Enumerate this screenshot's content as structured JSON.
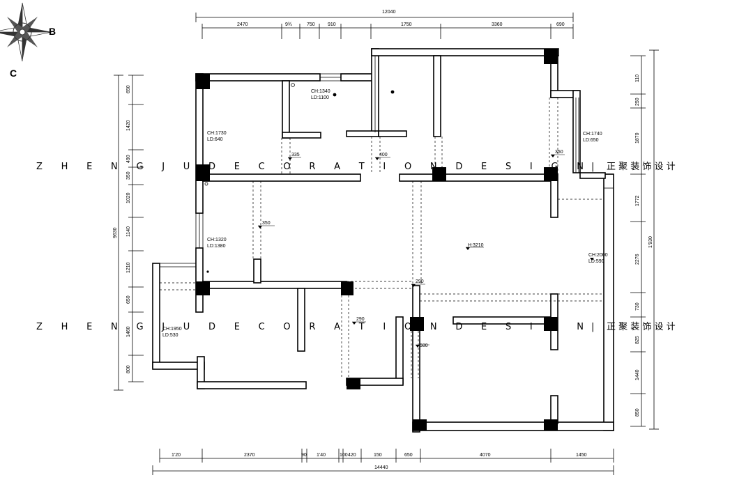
{
  "compass": {
    "east_label": "B",
    "south_label": "C"
  },
  "dimensions": {
    "top_total": "12040",
    "top_segments": [
      "2470",
      "9¾",
      "750",
      "910",
      "1750",
      "3360",
      "690"
    ],
    "bottom_total": "14440",
    "bottom_segments": [
      "1'20",
      "2370",
      "90",
      "1'40",
      "100",
      "420",
      "150",
      "650",
      "4070",
      "1450"
    ],
    "left_total": "9630",
    "left_segments": [
      "650",
      "1420",
      "490",
      "350",
      "1020",
      "1140",
      "1210",
      "650",
      "1460",
      "800"
    ],
    "right_total": "1'930",
    "right_segments": [
      "110",
      "250",
      "1870",
      "1772",
      "2276",
      "730",
      "825",
      "1440",
      "850"
    ]
  },
  "annotations": {
    "ch_1": "CH:1340",
    "ld_1": "LD:1100",
    "ch_2": "CH:1730",
    "ld_2": "LD:640",
    "ch_3": "CH:1740",
    "ld_3": "LD:650",
    "ch_4": "CH:1320",
    "ld_4": "LD:1380",
    "ch_5": "CH:1950",
    "ld_5": "LD:530",
    "ch_6": "CH:2000",
    "ld_6": "LD:590",
    "h_1": "H:3210",
    "lv_1": "335",
    "lv_2": "400",
    "lv_3": "350",
    "lv_4": "350",
    "lv_5": "290",
    "lv_6": "290",
    "lv_7": "580"
  },
  "watermark": {
    "line1": "Z H E N G J U   D E C O R A T I O N   D E S I G N",
    "separator": "|",
    "brand_cn": "正 聚 装 饰 设 计"
  }
}
